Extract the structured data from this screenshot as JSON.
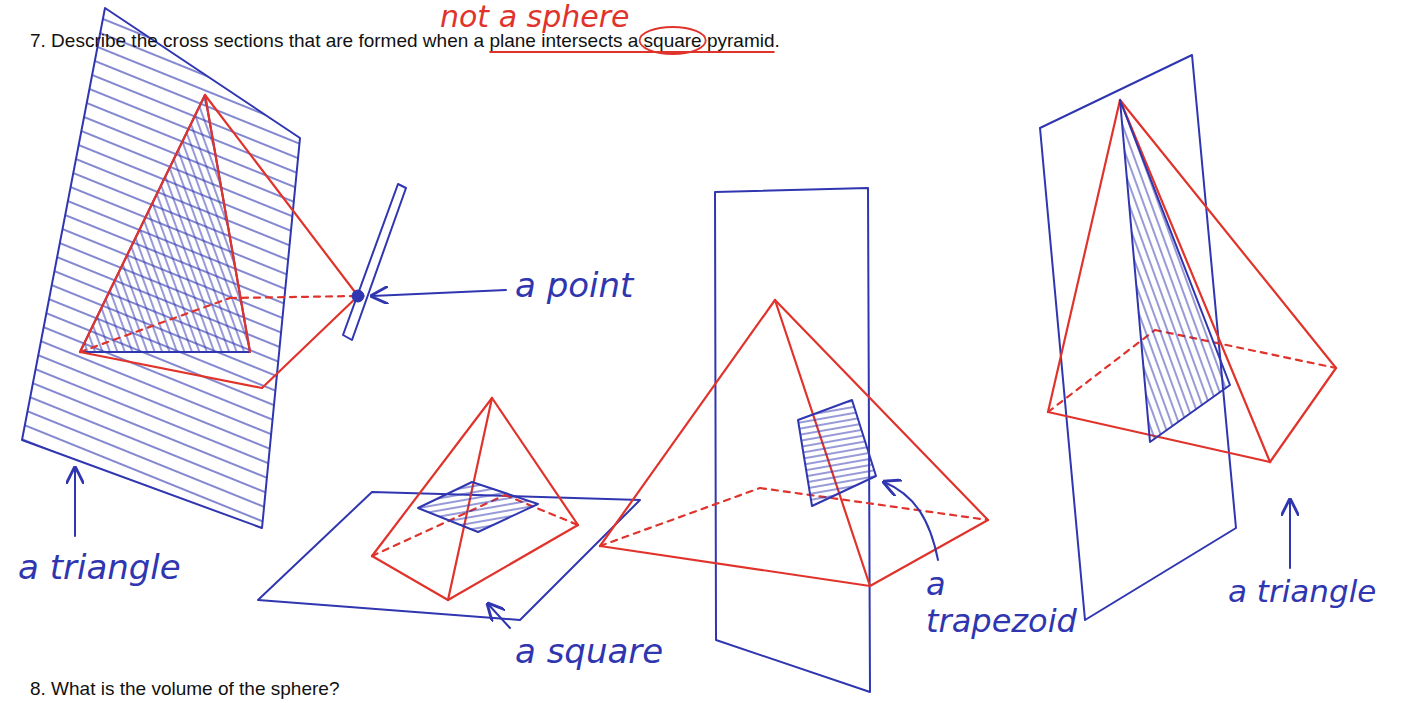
{
  "diagram": {
    "labels": [
      "not a sphere",
      "7. Describe the cross sections that are formed when a plane intersects a square pyramid.",
      "a point",
      "a triangle",
      "a square",
      "a trapezoid",
      "a triangle",
      "8. What is the volume of the sphere?"
    ]
  }
}
